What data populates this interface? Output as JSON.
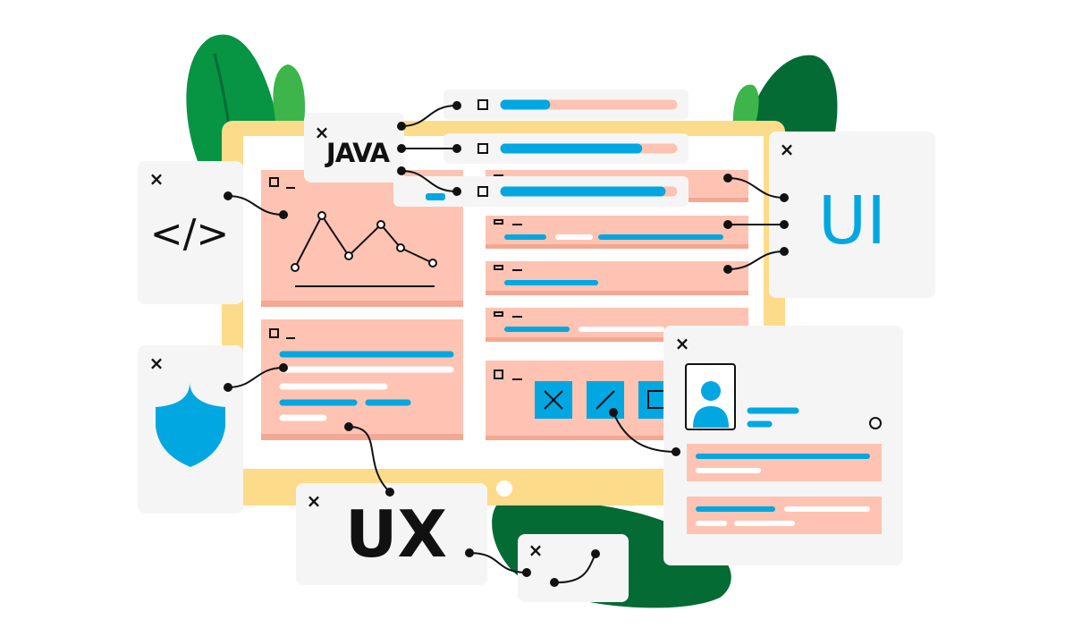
{
  "labels": {
    "java": "JAVA",
    "code": "</>",
    "ui": "UI",
    "ux": "UX",
    "close": "×"
  },
  "progress": {
    "java_bars": [
      0.24,
      0.79,
      0.93
    ]
  },
  "colors": {
    "salmon": "#FEC3B2",
    "salmon_dark": "#F4A792",
    "blue": "#00A7E1",
    "panel_gray": "#F5F5F5",
    "monitor_yellow": "#FCDB8A",
    "leaf_green": "#079443",
    "leaf_dark": "#056B35",
    "leaf_light": "#3DB54A",
    "ink": "#111111"
  },
  "icons": [
    "close-icon",
    "code-icon",
    "shield-icon",
    "user-avatar-icon",
    "line-chart-icon",
    "checkbox-icon",
    "minimize-icon",
    "slash-icon",
    "square-icon",
    "radio-icon"
  ]
}
